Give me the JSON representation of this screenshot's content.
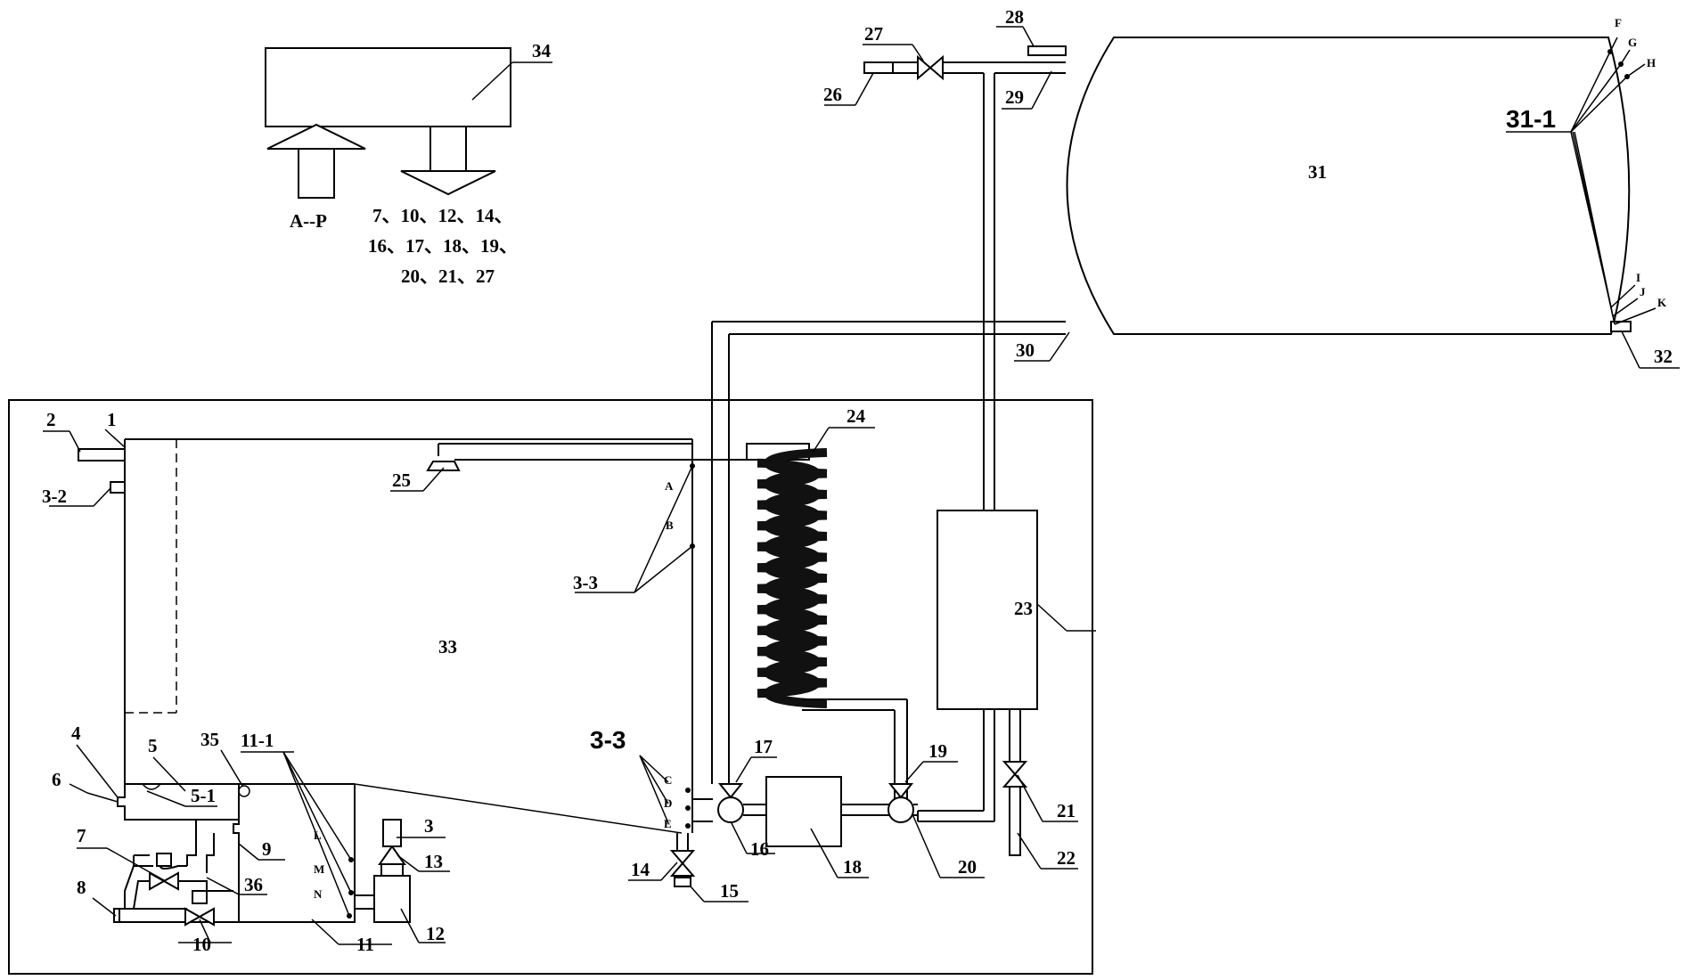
{
  "labels": {
    "n1": "1",
    "n2": "2",
    "n3": "3",
    "n3_2": "3-2",
    "n3_3_top": "3-3",
    "n3_3_bot": "3-3",
    "n4": "4",
    "n5": "5",
    "n5_1": "5-1",
    "n6": "6",
    "n7": "7",
    "n8": "8",
    "n9": "9",
    "n10": "10",
    "n11": "11",
    "n11_1": "11-1",
    "n12": "12",
    "n13": "13",
    "n14": "14",
    "n15": "15",
    "n16": "16",
    "n17": "17",
    "n18": "18",
    "n19": "19",
    "n20": "20",
    "n21": "21",
    "n22": "22",
    "n23": "23",
    "n24": "24",
    "n25": "25",
    "n26": "26",
    "n27": "27",
    "n28": "28",
    "n29": "29",
    "n30": "30",
    "n31": "31",
    "n31_1": "31-1",
    "n32": "32",
    "n33": "33",
    "n34": "34",
    "n35": "35",
    "n36": "36"
  },
  "points": {
    "A": "A",
    "B": "B",
    "C": "C",
    "D": "D",
    "E": "E",
    "F": "F",
    "G": "G",
    "H": "H",
    "I": "I",
    "J": "J",
    "K": "K",
    "L": "L",
    "M": "M",
    "N": "N"
  },
  "controller": {
    "inputs": "A--P",
    "outputs_line1": "7、10、12、14、",
    "outputs_line2": "16、17、18、19、",
    "outputs_line3": "20、21、27"
  }
}
